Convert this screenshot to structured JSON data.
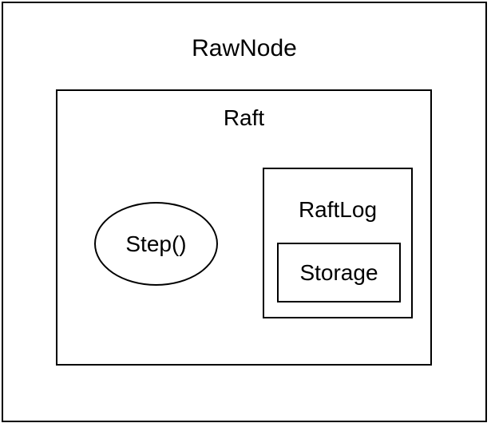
{
  "diagram": {
    "title": "RawNode",
    "rawnode_label": "RawNode",
    "raft_label": "Raft",
    "step_label": "Step()",
    "raftlog_label": "RaftLog",
    "storage_label": "Storage"
  },
  "colors": {
    "border": "#000000",
    "background": "#ffffff",
    "text": "#000000"
  }
}
